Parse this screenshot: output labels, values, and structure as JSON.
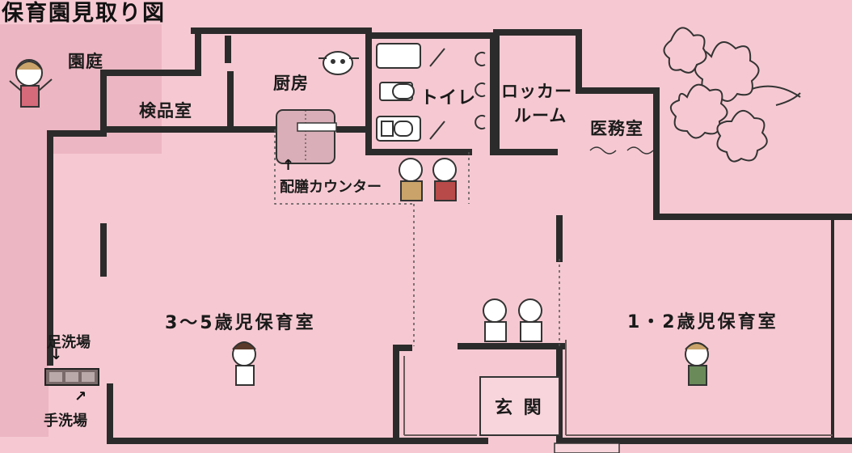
{
  "title": "保育園見取り図",
  "rooms": {
    "kenpinshitsu": "検品室",
    "chubo": "厨房",
    "toilet": "トイレ",
    "locker_line1": "ロッカー",
    "locker_line2": "ルーム",
    "imushitsu": "医務室",
    "haizen_counter": "配膳カウンター",
    "room_3_5": "3〜5歳児保育室",
    "room_1_2": "1・2歳児保育室",
    "genkan": "玄 関"
  },
  "outdoor": {
    "entei": "園庭",
    "ashiaraiba": "足洗場",
    "tearaiba": "手洗場"
  },
  "colors": {
    "background": "#f6c9d2",
    "wall": "#2b2b2b",
    "outdoor_shade": "#e9b3bf"
  },
  "icons": [
    "child-girl-icon",
    "pot-icon",
    "toilet-icon",
    "children-pair-icon",
    "flower-icon",
    "boy-icon"
  ]
}
